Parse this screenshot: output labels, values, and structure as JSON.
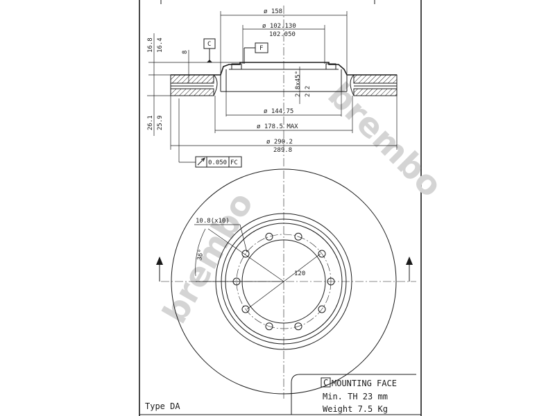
{
  "watermark": "brembo",
  "top_view": {
    "dim_158": "ø 158",
    "dim_102_130": "ø 102.130",
    "dim_102_050": "102.050",
    "datum_c": "C",
    "datum_f": "F",
    "dim_16_8": "16.8",
    "dim_16_4": "16.4",
    "dim_8": "8",
    "chamfer": "2.8x45°",
    "dim_2_2": "2.2",
    "dim_144_75": "ø 144.75",
    "dim_178_5": "ø 178.5 MAX",
    "dim_26_1": "26.1",
    "dim_25_9": "25.9",
    "dim_290_2": "ø 290.2",
    "dim_289_8": "289.8",
    "tolerance": "0.050",
    "tolerance_ref": "FC"
  },
  "front_view": {
    "hole_spec": "10.8(x10)",
    "angle": "36°",
    "pcd": "120"
  },
  "notes": {
    "mounting_box": "C",
    "mounting_face": "MOUNTING FACE",
    "min_th": "Min. TH 23 mm",
    "weight": "Weight 7.5 Kg",
    "type": "Type DA"
  }
}
